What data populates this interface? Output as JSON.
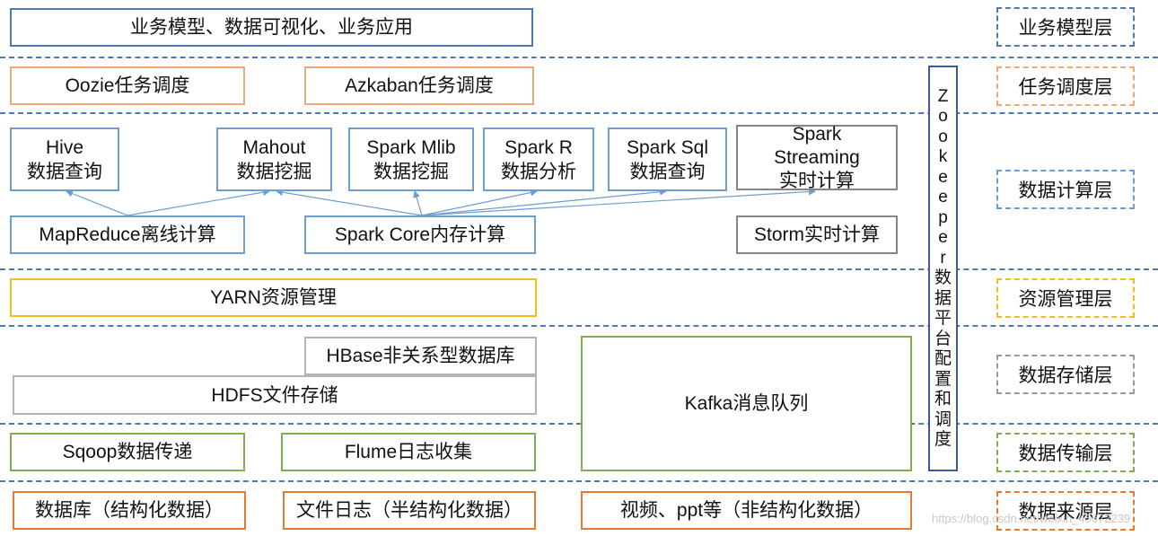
{
  "layers": {
    "business": "业务模型层",
    "scheduling": "任务调度层",
    "compute": "数据计算层",
    "resource": "资源管理层",
    "storage": "数据存储层",
    "transport": "数据传输层",
    "source": "数据来源层"
  },
  "business": {
    "top": "业务模型、数据可视化、业务应用"
  },
  "scheduling": {
    "oozie": "Oozie任务调度",
    "azkaban": "Azkaban任务调度"
  },
  "compute": {
    "hive": [
      "Hive",
      "数据查询"
    ],
    "mahout": [
      "Mahout",
      "数据挖掘"
    ],
    "spark_mlib": [
      "Spark Mlib",
      "数据挖掘"
    ],
    "spark_r": [
      "Spark R",
      "数据分析"
    ],
    "spark_sql": [
      "Spark Sql",
      "数据查询"
    ],
    "spark_streaming": [
      "Spark",
      "Streaming",
      "实时计算"
    ],
    "mapreduce": "MapReduce离线计算",
    "spark_core": "Spark Core内存计算",
    "storm": "Storm实时计算"
  },
  "resource": {
    "yarn": "YARN资源管理"
  },
  "storage": {
    "hbase": "HBase非关系型数据库",
    "hdfs": "HDFS文件存储",
    "kafka": "Kafka消息队列"
  },
  "transport": {
    "sqoop": "Sqoop数据传递",
    "flume": "Flume日志收集"
  },
  "source": {
    "database": "数据库（结构化数据）",
    "file_logs": "文件日志（半结构化数据）",
    "video": "视频、ppt等（非结构化数据）"
  },
  "zookeeper": [
    "Z",
    "o",
    "o",
    "k",
    "e",
    "e",
    "p",
    "e",
    "r",
    "数",
    "据",
    "平",
    "台",
    "配",
    "置",
    "和",
    "调",
    "度"
  ],
  "watermark": "https://blog.csdn.net/weixin_45672239",
  "colors": {
    "blue": "#4f79b1",
    "light_orange": "#f0a878",
    "light_blue": "#6e9dd0",
    "gray": "#858585",
    "yellow": "#f2be1e",
    "light_gray": "#b4b4b4",
    "green": "#7dae4f",
    "dark_orange": "#e7782f",
    "navy": "#3b5ba0"
  },
  "connections": [
    {
      "from": "mapreduce",
      "to": "hive"
    },
    {
      "from": "mapreduce",
      "to": "mahout"
    },
    {
      "from": "spark_core",
      "to": "mahout"
    },
    {
      "from": "spark_core",
      "to": "spark_mlib"
    },
    {
      "from": "spark_core",
      "to": "spark_r"
    },
    {
      "from": "spark_core",
      "to": "spark_sql"
    },
    {
      "from": "spark_core",
      "to": "spark_streaming"
    }
  ]
}
